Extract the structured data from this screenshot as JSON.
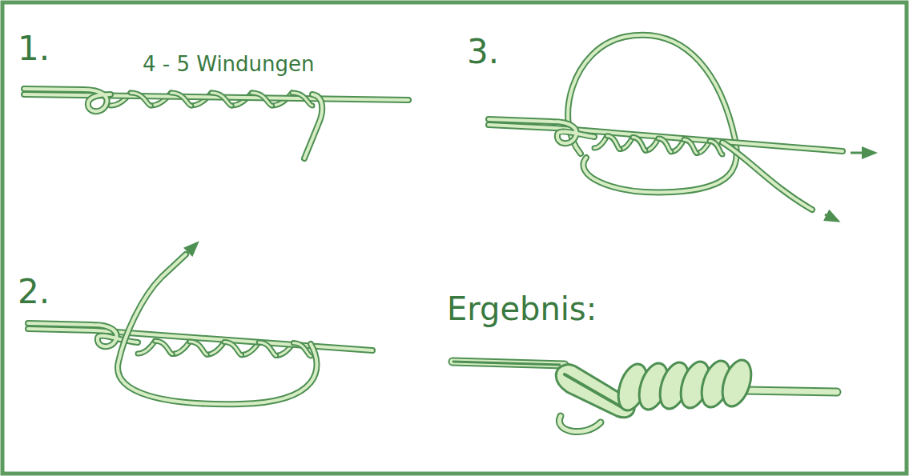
{
  "diagram": {
    "labels": [
      "1.",
      "4 - 5 Windungen",
      "3.",
      "2.",
      "Ergebnis:"
    ]
  }
}
